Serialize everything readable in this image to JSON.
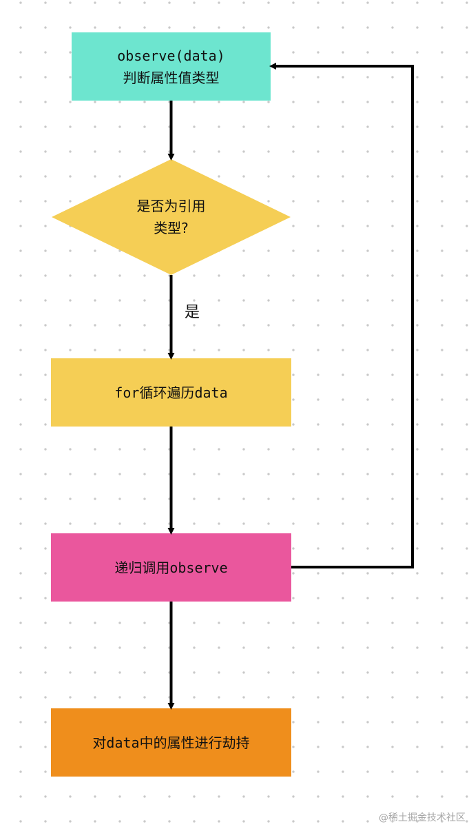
{
  "diagram": {
    "nodes": {
      "observe": {
        "line1": "observe(data)",
        "line2": "判断属性值类型",
        "color": "#6de5cf"
      },
      "decision": {
        "line1": "是否为引用",
        "line2": "类型?",
        "color": "#f5ce55"
      },
      "loop": {
        "label": "for循环遍历data",
        "color": "#f5ce55"
      },
      "recurse": {
        "label": "递归调用observe",
        "color": "#ea579d"
      },
      "hijack": {
        "label": "对data中的属性进行劫持",
        "color": "#ef8e1c"
      }
    },
    "edges": {
      "yes_label": "是"
    },
    "arrow_color": "#000000"
  },
  "watermark": "@稀土掘金技术社区"
}
